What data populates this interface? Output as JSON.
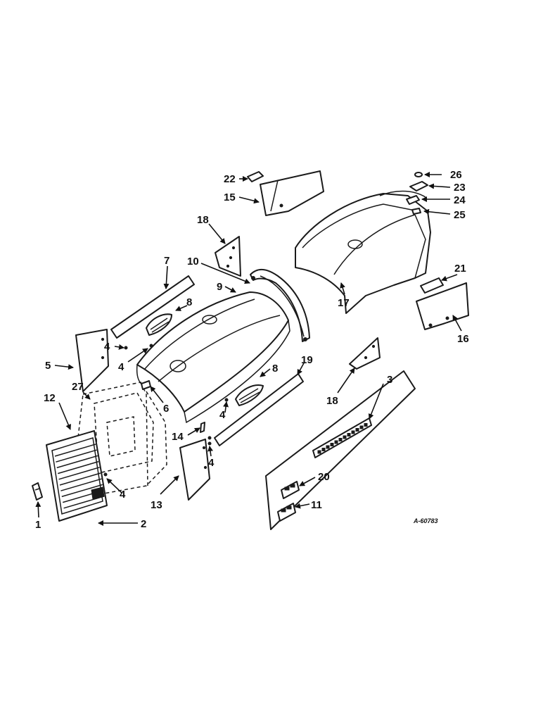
{
  "diagram": {
    "reference_code": "A-60783",
    "callouts": {
      "c1": "1",
      "c2": "2",
      "c3": "3",
      "c4a": "4",
      "c4b": "4",
      "c4c": "4",
      "c4d": "4",
      "c4e": "4",
      "c5": "5",
      "c6": "6",
      "c7": "7",
      "c8a": "8",
      "c8b": "8",
      "c9": "9",
      "c10": "10",
      "c11": "11",
      "c12": "12",
      "c13": "13",
      "c14": "14",
      "c15": "15",
      "c16": "16",
      "c17": "17",
      "c18a": "18",
      "c18b": "18",
      "c19": "19",
      "c20": "20",
      "c21": "21",
      "c22": "22",
      "c23": "23",
      "c24": "24",
      "c25": "25",
      "c26": "26",
      "c27": "27"
    }
  }
}
